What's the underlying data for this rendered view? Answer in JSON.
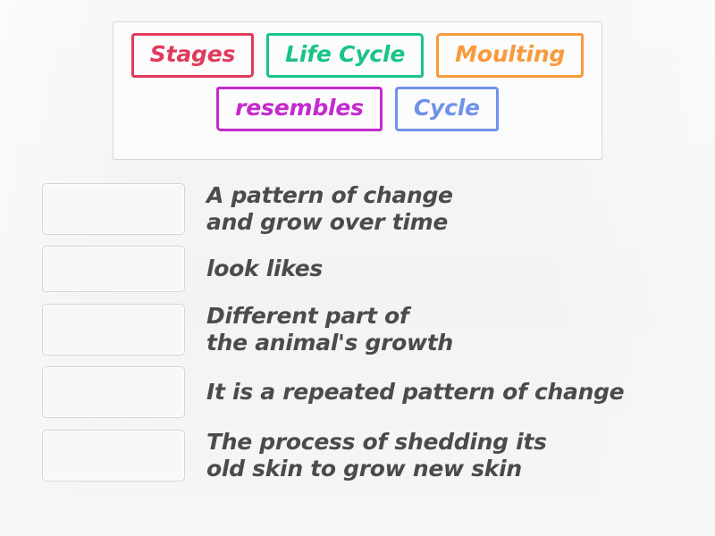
{
  "activity": {
    "type": "match-up",
    "background_color": "#f5f5f6",
    "text_color": "#4b4b4b"
  },
  "word_bank": {
    "rows": [
      [
        {
          "label": "Stages",
          "color": "#e03a5c"
        },
        {
          "label": "Life Cycle",
          "color": "#18c486"
        },
        {
          "label": "Moulting",
          "color": "#f89a3c"
        }
      ],
      [
        {
          "label": "resembles",
          "color": "#c42ad0"
        },
        {
          "label": "Cycle",
          "color": "#6f92ea"
        }
      ]
    ]
  },
  "answers": [
    {
      "dropzone_label": "drop-zone-1",
      "value": "",
      "definition": "A pattern of change\nand grow over time"
    },
    {
      "dropzone_label": "drop-zone-2",
      "value": "",
      "definition": "look likes"
    },
    {
      "dropzone_label": "drop-zone-3",
      "value": "",
      "definition": "Different part of\nthe animal's growth"
    },
    {
      "dropzone_label": "drop-zone-4",
      "value": "",
      "definition": "It is a repeated pattern of change"
    },
    {
      "dropzone_label": "drop-zone-5",
      "value": "",
      "definition": "The process of shedding its\nold skin to grow new skin"
    }
  ]
}
